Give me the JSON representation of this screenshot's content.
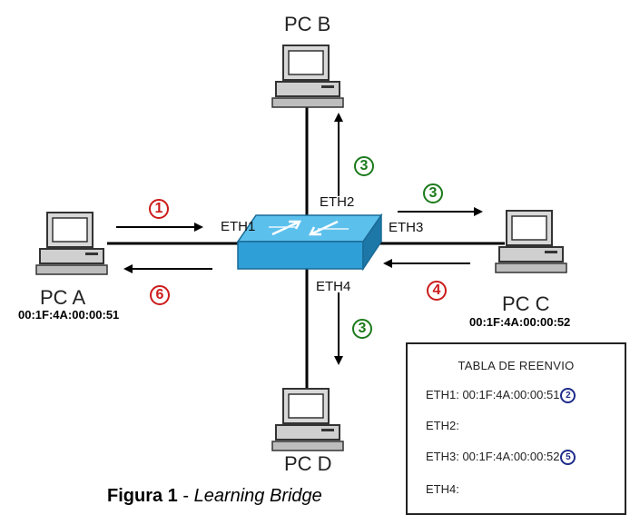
{
  "pcs": {
    "a": {
      "name": "PC A",
      "mac": "00:1F:4A:00:00:51"
    },
    "b": {
      "name": "PC B"
    },
    "c": {
      "name": "PC C",
      "mac": "00:1F:4A:00:00:52"
    },
    "d": {
      "name": "PC D"
    }
  },
  "ports": {
    "eth1": "ETH1",
    "eth2": "ETH2",
    "eth3": "ETH3",
    "eth4": "ETH4"
  },
  "steps": {
    "s1": "1",
    "s3_eth2": "3",
    "s3_eth3": "3",
    "s3_eth4": "3",
    "s4": "4",
    "s6": "6"
  },
  "table": {
    "title": "TABLA DE REENVIO",
    "eth1": "ETH1: 00:1F:4A:00:00:51",
    "eth1_step": "2",
    "eth2": "ETH2:",
    "eth3": "ETH3: 00:1F:4A:00:00:52",
    "eth3_step": "5",
    "eth4": "ETH4:"
  },
  "caption": {
    "figure": "Figura 1",
    "sep": " - ",
    "title": "Learning Bridge"
  },
  "colors": {
    "switch": "#2f9fd8",
    "switch_dark": "#1d78a8",
    "step_red": "#cc1b1b",
    "step_green": "#1b7a1b",
    "table_mark": "#1f2c8a"
  },
  "icons": {
    "pc": "desktop-computer-icon",
    "switch": "network-switch-icon"
  }
}
